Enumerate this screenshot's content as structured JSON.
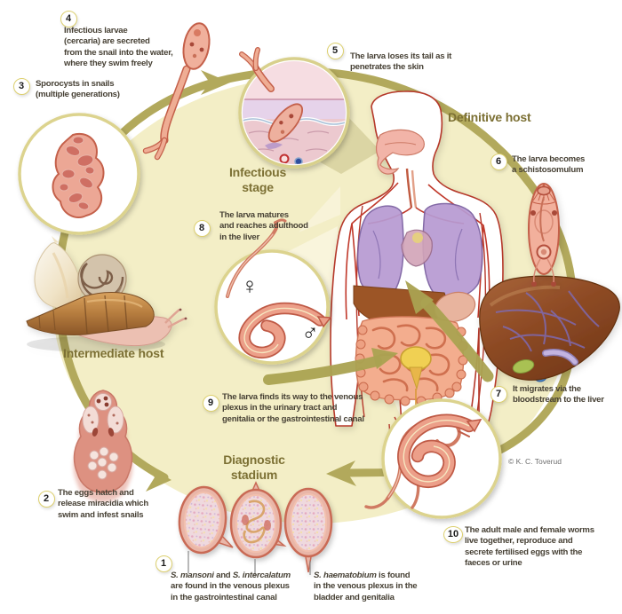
{
  "labels": {
    "infectious_stage_line1": "Infectious",
    "infectious_stage_line2": "stage",
    "definitive_host": "Definitive host",
    "intermediate_host": "Intermediate host",
    "diagnostic_stadium_line1": "Diagnostic",
    "diagnostic_stadium_line2": "stadium"
  },
  "steps": [
    {
      "num": "1"
    },
    {
      "num": "2",
      "lines": [
        "The eggs hatch and",
        "release miracidia which",
        "swim and infest snails"
      ]
    },
    {
      "num": "3",
      "lines": [
        "Sporocysts in snails",
        "(multiple generations)"
      ]
    },
    {
      "num": "4",
      "lines": [
        "Infectious larvae",
        "(cercaria) are secreted",
        "from the snail into the water,",
        "where they swim freely"
      ]
    },
    {
      "num": "5",
      "lines": [
        "The larva loses its tail as it",
        "penetrates the skin"
      ]
    },
    {
      "num": "6",
      "lines": [
        "The larva becomes",
        "a schistosomulum"
      ]
    },
    {
      "num": "7",
      "lines": [
        "It migrates via the",
        "bloodstream to the liver"
      ]
    },
    {
      "num": "8",
      "lines": [
        "The larva matures",
        "and reaches adulthood",
        "in the liver"
      ]
    },
    {
      "num": "9",
      "lines": [
        "The larva finds its way to the venous",
        "plexus in the urinary tract and",
        "genitalia or the gastrointestinal canal"
      ]
    },
    {
      "num": "10",
      "lines": [
        "The adult male and female worms",
        "live together, reproduce and",
        "secrete fertilised eggs with the",
        "faeces or urine"
      ]
    }
  ],
  "egg_captions": {
    "left": {
      "species_1": "S. mansoni",
      "connector": " and ",
      "species_2": "S. intercalatum",
      "line2": "are found in the venous plexus",
      "line3": "in the gastrointestinal canal"
    },
    "right": {
      "species_1": "S. haematobium",
      "after": " is found",
      "line2": "in the venous plexus in the",
      "line3": "bladder and genitalia"
    }
  },
  "symbols": {
    "female": "♀",
    "male": "♂"
  },
  "credit": "© K. C. Toverud",
  "colors": {
    "accent_olive": "#7c7034",
    "cycle_ring": "#b2a95c",
    "cycle_fill": "#f3eec6",
    "worm_fill": "#ec9f89",
    "worm_outline": "#bf5a46"
  }
}
